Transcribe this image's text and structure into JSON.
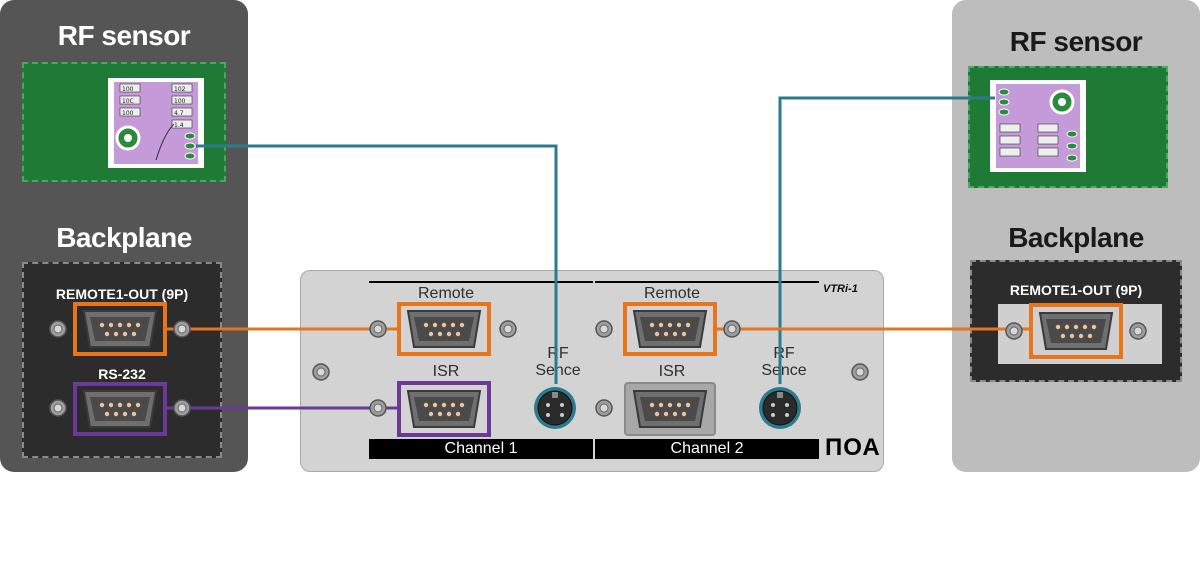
{
  "left_panel": {
    "title_top": "RF sensor",
    "title_bottom": "Backplane",
    "remote_label": "REMOTE1-OUT (9P)",
    "rs232_label": "RS-232"
  },
  "right_panel": {
    "title_top": "RF sensor",
    "title_bottom": "Backplane",
    "remote_label": "REMOTE1-OUT (9P)"
  },
  "front_panel": {
    "model": "VTRi-1",
    "brand": "ПОА",
    "ch1": {
      "remote": "Remote",
      "isr": "ISR",
      "rf": "RF\nSence",
      "channel": "Channel 1"
    },
    "ch2": {
      "remote": "Remote",
      "isr": "ISR",
      "rf": "RF\nSence",
      "channel": "Channel 2"
    }
  },
  "colors": {
    "remote_link": "#e8741c",
    "serial_link": "#6c3a96",
    "rf_link": "#2b7b8c",
    "pcb": "#1f7a35",
    "chip": "#c49ad8"
  },
  "pcb_silk": [
    "100",
    "10C",
    "100",
    "102",
    "100",
    "4.7",
    "1.4"
  ]
}
